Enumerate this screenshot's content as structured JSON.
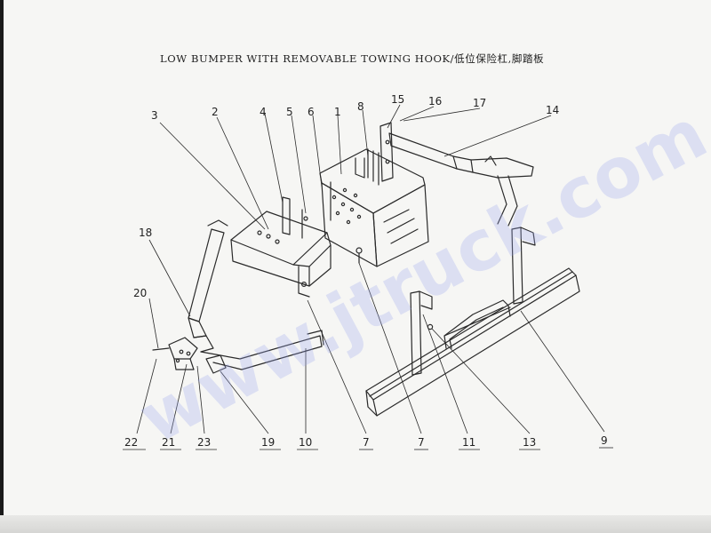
{
  "title": "LOW BUMPER WITH REMOVABLE TOWING HOOK/低位保险杠,脚踏板",
  "watermark": "www.jtruck.com",
  "callouts": {
    "top": [
      "3",
      "2",
      "4",
      "5",
      "6",
      "1",
      "8",
      "15",
      "16",
      "17",
      "14"
    ],
    "left": [
      "18",
      "20"
    ],
    "bottom": [
      "22",
      "21",
      "23",
      "19",
      "10",
      "7",
      "7",
      "11",
      "13",
      "9"
    ]
  },
  "colors": {
    "ink": "#2a2a2a",
    "watermark": "#9aa6ee"
  }
}
